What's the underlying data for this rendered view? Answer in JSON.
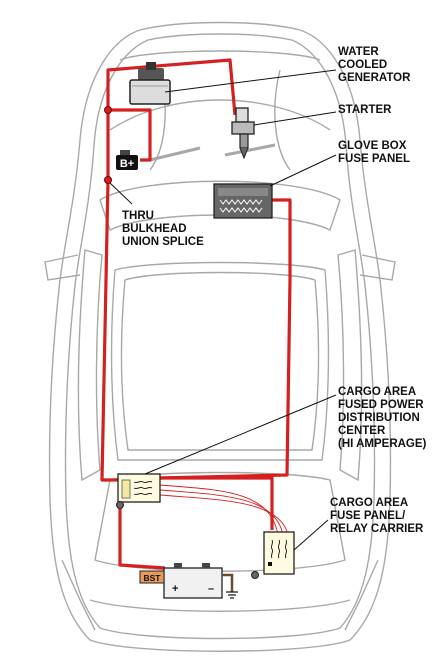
{
  "labels": {
    "generator": "WATER\nCOOLED\nGENERATOR",
    "starter": "STARTER",
    "glove_box": "GLOVE BOX\nFUSE PANEL",
    "splice": "THRU\nBULKHEAD\nUNION SPLICE",
    "cargo_pdc": "CARGO AREA\nFUSED POWER\nDISTRIBUTION\nCENTER\n(HI AMPERAGE)",
    "cargo_fuse": "CARGO AREA\nFUSE PANEL/\nRELAY CARRIER"
  },
  "component_text": {
    "b_plus": "B+",
    "bst": "BST",
    "battery_plus": "+",
    "battery_minus": "–"
  },
  "colors": {
    "wire_red": "#d42020",
    "car_outline": "#a8a8a8",
    "label_text": "#111111",
    "bst_fill": "#e89a5a"
  }
}
